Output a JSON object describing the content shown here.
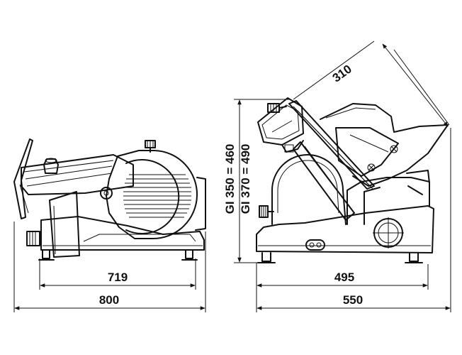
{
  "dimensions": {
    "length_719": "719",
    "length_800": "800",
    "length_495": "495",
    "length_550": "550",
    "diagonal_310": "310",
    "height_gi350": "GI 350 = 460",
    "height_gi370": "GI 370 = 490"
  },
  "colors": {
    "line": "#111111",
    "background": "#ffffff"
  }
}
